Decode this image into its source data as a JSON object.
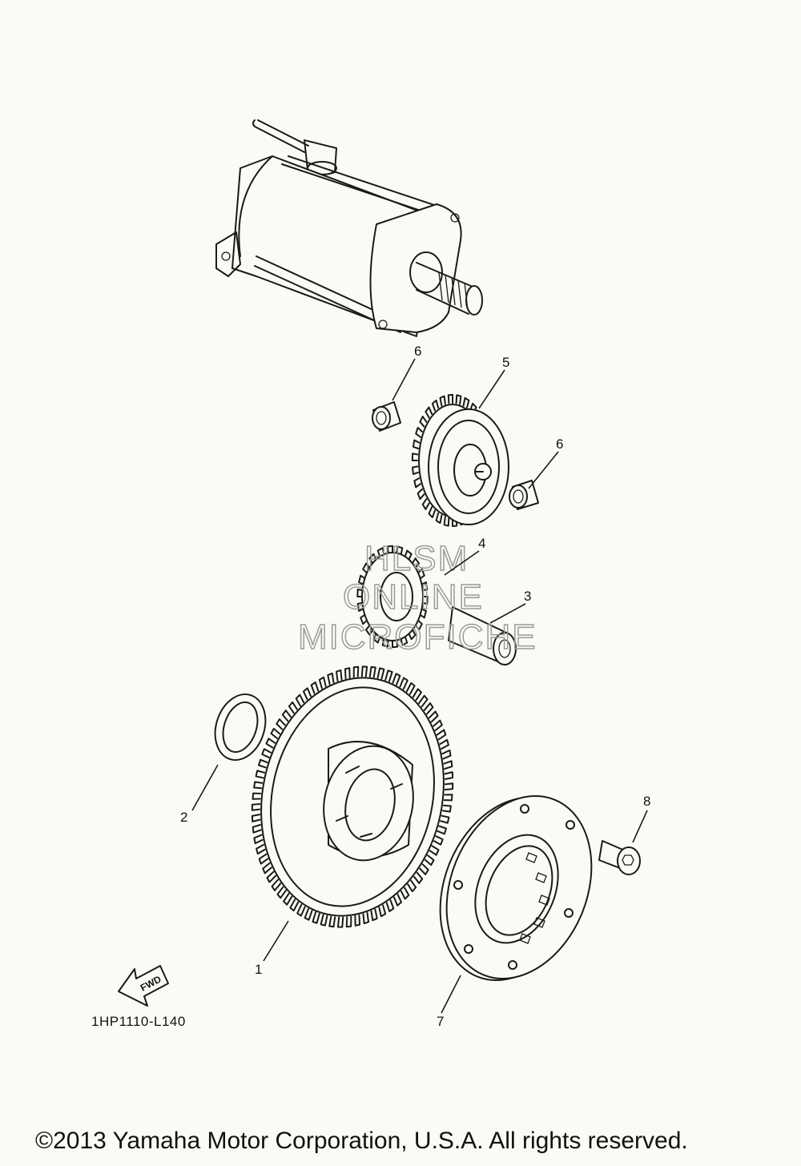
{
  "callouts": [
    {
      "num": "1",
      "part": "gear"
    },
    {
      "num": "2",
      "part": "washer"
    },
    {
      "num": "3",
      "part": "shaft"
    },
    {
      "num": "4",
      "part": "idle-gear-small"
    },
    {
      "num": "5",
      "part": "idle-gear-large"
    },
    {
      "num": "6",
      "part": "bushing"
    },
    {
      "num": "7",
      "part": "starter-clutch"
    },
    {
      "num": "8",
      "part": "bolt"
    }
  ],
  "fwd_label": "FWD",
  "ref_code": "1HP1110-L140",
  "watermark": [
    "HLSM",
    "ONLINE",
    "MICROFICHE"
  ],
  "copyright": "©2013 Yamaha Motor Corporation, U.S.A. All rights reserved."
}
